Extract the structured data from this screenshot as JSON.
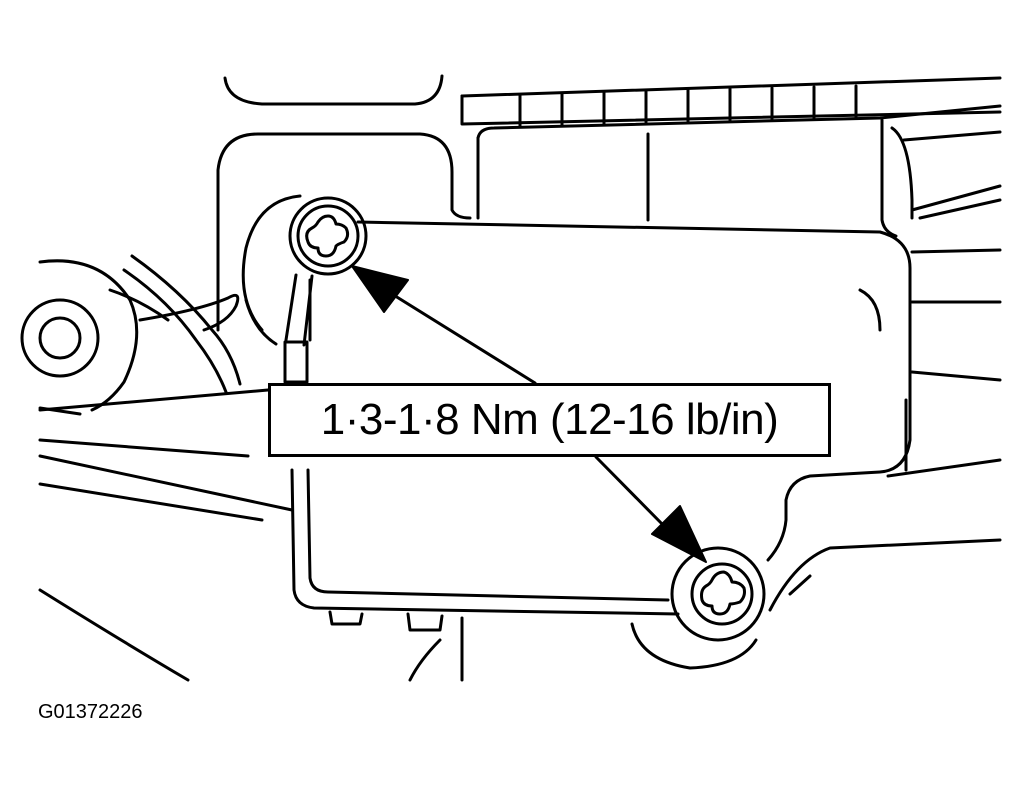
{
  "diagram": {
    "torque_spec": "1·3-1·8 Nm (12-16 lb/in)",
    "figure_id": "G01372226",
    "fasteners": [
      "upper-screw",
      "lower-screw"
    ],
    "line_color": "#000000",
    "background_color": "#ffffff"
  }
}
